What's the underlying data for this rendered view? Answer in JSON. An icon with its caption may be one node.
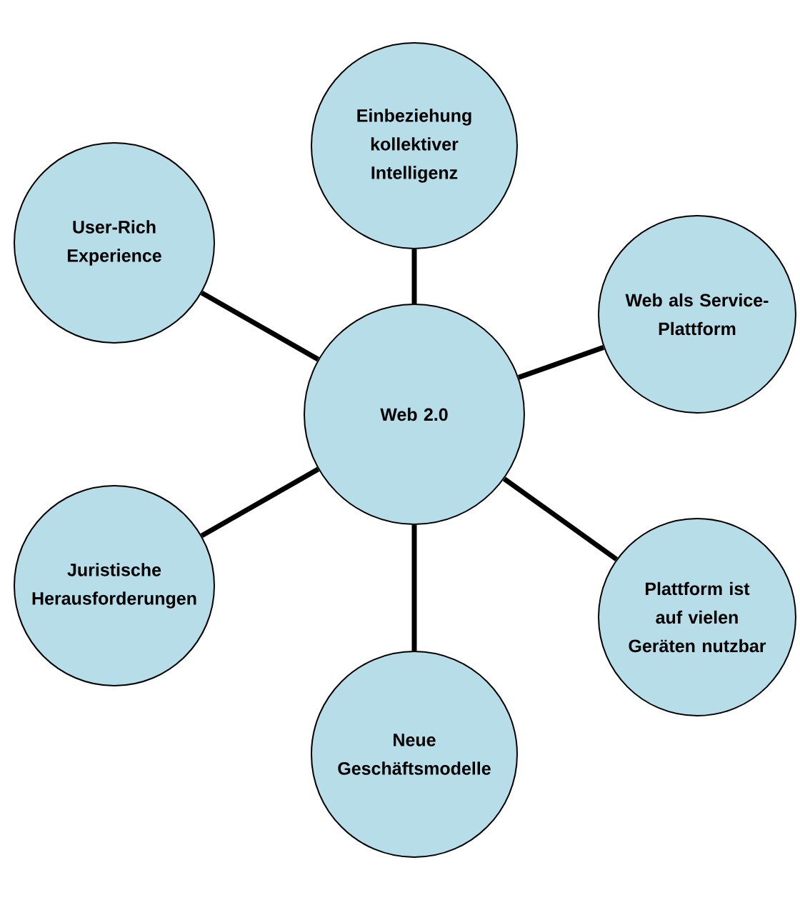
{
  "diagram": {
    "nodes": [
      {
        "text": [
          "Web 2.0"
        ]
      },
      {
        "text": [
          "Einbeziehung kollektiver Intelligenz"
        ]
      },
      {
        "text": [
          "Web als Service-Plattform"
        ]
      },
      {
        "text": [
          "Plattform ist auf vielen Geräten nutzbar"
        ]
      },
      {
        "text": [
          "Neue Geschäftsmodelle"
        ]
      },
      {
        "text": [
          "Juristische Herausforderungen"
        ]
      },
      {
        "text": [
          "User-Rich Experience"
        ]
      }
    ],
    "edges": [
      {
        "from": 0,
        "to": 1,
        "arrow": "none"
      },
      {
        "from": 0,
        "to": 2,
        "arrow": "none"
      },
      {
        "from": 0,
        "to": 3,
        "arrow": "none"
      },
      {
        "from": 0,
        "to": 4,
        "arrow": "none"
      },
      {
        "from": 0,
        "to": 5,
        "arrow": "none"
      },
      {
        "from": 0,
        "to": 6,
        "arrow": "none"
      }
    ]
  }
}
